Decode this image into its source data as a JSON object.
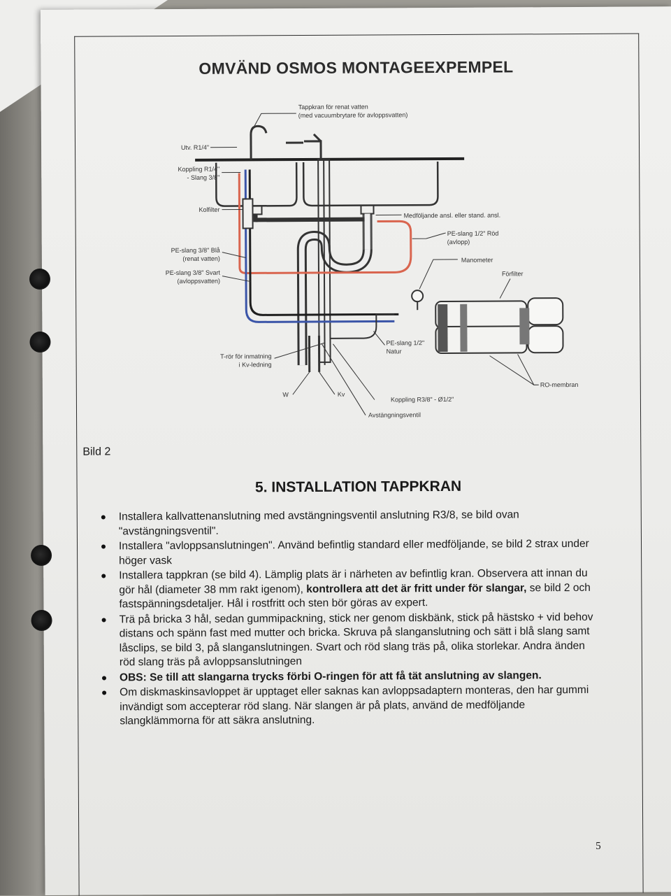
{
  "document": {
    "title": "OMVÄND OSMOS MONTAGEEXPEMPEL",
    "figure_caption": "Bild 2",
    "section_title": "5. INSTALLATION TAPPKRAN",
    "page_number": "5"
  },
  "diagram": {
    "labels": {
      "faucet": "Tappkran för renat vatten",
      "faucet_sub": "(med vacuumbrytare för avloppsvatten)",
      "outlet": "Utv. R1/4\"",
      "coupling1": "Koppling R1/4\"",
      "coupling2": "- Slang 3/8\"",
      "carbon_filter": "Kolfilter",
      "drain_conn": "Medföljande ansl. eller stand. ansl.",
      "pe_red1": "PE-slang 1/2\" Röd",
      "pe_red2": "(avlopp)",
      "pe_blue1": "PE-slang 3/8\" Blå",
      "pe_blue2": "(renat vatten)",
      "pe_black1": "PE-slang 3/8\" Svart",
      "pe_black2": "(avloppsvatten)",
      "manometer": "Manometer",
      "prefilter": "Förfilter",
      "tee1": "T-rör för inmatning",
      "tee2": "i Kv-ledning",
      "pe_nat1": "PE-slang 1/2\"",
      "pe_nat2": "Natur",
      "ro_membrane": "RO-membran",
      "w": "W",
      "kv": "Kv",
      "coupling_r38": "Koppling R3/8\" - Ø1/2\"",
      "shutoff": "Avstängningsventil"
    }
  },
  "bullets": [
    {
      "text": "Installera kallvattenanslutning med avstängningsventil anslutning R3/8, se bild ovan \"avstängningsventil\"."
    },
    {
      "text": "Installera \"avloppsanslutningen\". Använd befintlig standard eller medföljande, se bild 2 strax under höger vask"
    },
    {
      "pre": "Installera tappkran (se bild 4). Lämplig plats är i närheten av befintlig kran. Observera att innan du gör hål (diameter 38 mm rakt igenom), ",
      "bold": "kontrollera att det är fritt under för slangar,",
      "post": " se bild 2 och fastspänningsdetaljer. Hål i rostfritt och sten bör göras av expert."
    },
    {
      "text": "Trä på bricka 3 hål, sedan gummipackning, stick ner genom diskbänk, stick på hästsko + vid behov distans och spänn fast med mutter och bricka. Skruva på slanganslutning och sätt i blå slang samt låsclips, se bild 3, på slanganslutningen. Svart och röd slang träs på, olika storlekar. Andra änden röd slang träs på avloppsanslutningen"
    },
    {
      "boldtext": "OBS: Se till att slangarna trycks förbi O-ringen för att få tät anslutning av slangen."
    },
    {
      "text": "Om diskmaskinsavloppet är upptaget eller saknas kan avloppsadaptern monteras, den har gummi invändigt som accepterar röd slang. När slangen är på plats, använd de medföljande slangklämmorna för att säkra anslutning."
    }
  ],
  "colors": {
    "red_hose": "#d9654f",
    "blue_hose": "#3b55a8",
    "black_hose": "#1e1e1e"
  }
}
